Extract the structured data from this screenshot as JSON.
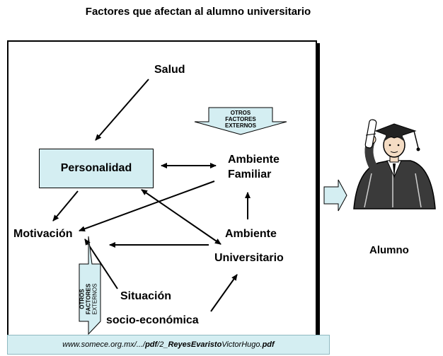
{
  "title": "Factores que afectan al alumno universitario",
  "nodes": {
    "salud": "Salud",
    "personalidad": "Personalidad",
    "ambiente_familiar_1": "Ambiente",
    "ambiente_familiar_2": "Familiar",
    "motivacion": "Motivación",
    "ambiente_univ_1": "Ambiente",
    "ambiente_univ_2": "Universitario",
    "situacion_1": "Situación",
    "situacion_2": "socio-económica"
  },
  "otros_top": [
    "OTROS",
    "FACTORES",
    "EXTERNOS"
  ],
  "otros_side": [
    "OTROS",
    "FACTORES",
    "EXTERNOS"
  ],
  "alumno": "Alumno",
  "source": {
    "prefix": "www.somece.org.mx/.../",
    "bold1": "pdf",
    "mid": "/2_",
    "bold2": "ReyesEvaristo",
    "mid2": "VictorHugo.",
    "bold3": "pdf"
  },
  "colors": {
    "box_fill": "#d4eef2",
    "arrow_fill": "#d4eef2"
  }
}
